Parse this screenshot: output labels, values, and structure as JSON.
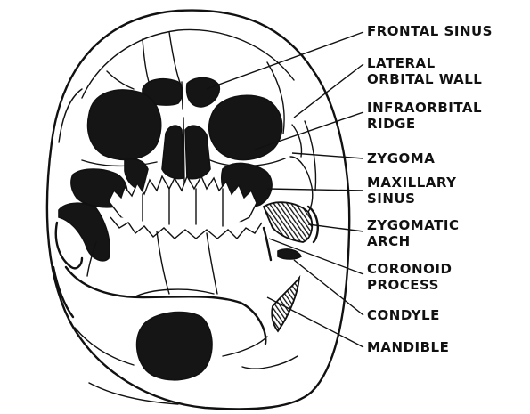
{
  "labels": [
    {
      "id": "frontal-sinus",
      "lines": [
        "FRONTAL SINUS"
      ]
    },
    {
      "id": "lateral-orbital-wall",
      "lines": [
        "LATERAL",
        "ORBITAL WALL"
      ]
    },
    {
      "id": "infraorbital-ridge",
      "lines": [
        "INFRAORBITAL",
        "RIDGE"
      ]
    },
    {
      "id": "zygoma",
      "lines": [
        "ZYGOMA"
      ]
    },
    {
      "id": "maxillary-sinus",
      "lines": [
        "MAXILLARY",
        "SINUS"
      ]
    },
    {
      "id": "zygomatic-arch",
      "lines": [
        "ZYGOMATIC",
        "ARCH"
      ]
    },
    {
      "id": "coronoid-process",
      "lines": [
        "CORONOID",
        "PROCESS"
      ]
    },
    {
      "id": "condyle",
      "lines": [
        "CONDYLE"
      ]
    },
    {
      "id": "mandible",
      "lines": [
        "MANDIBLE"
      ]
    }
  ]
}
